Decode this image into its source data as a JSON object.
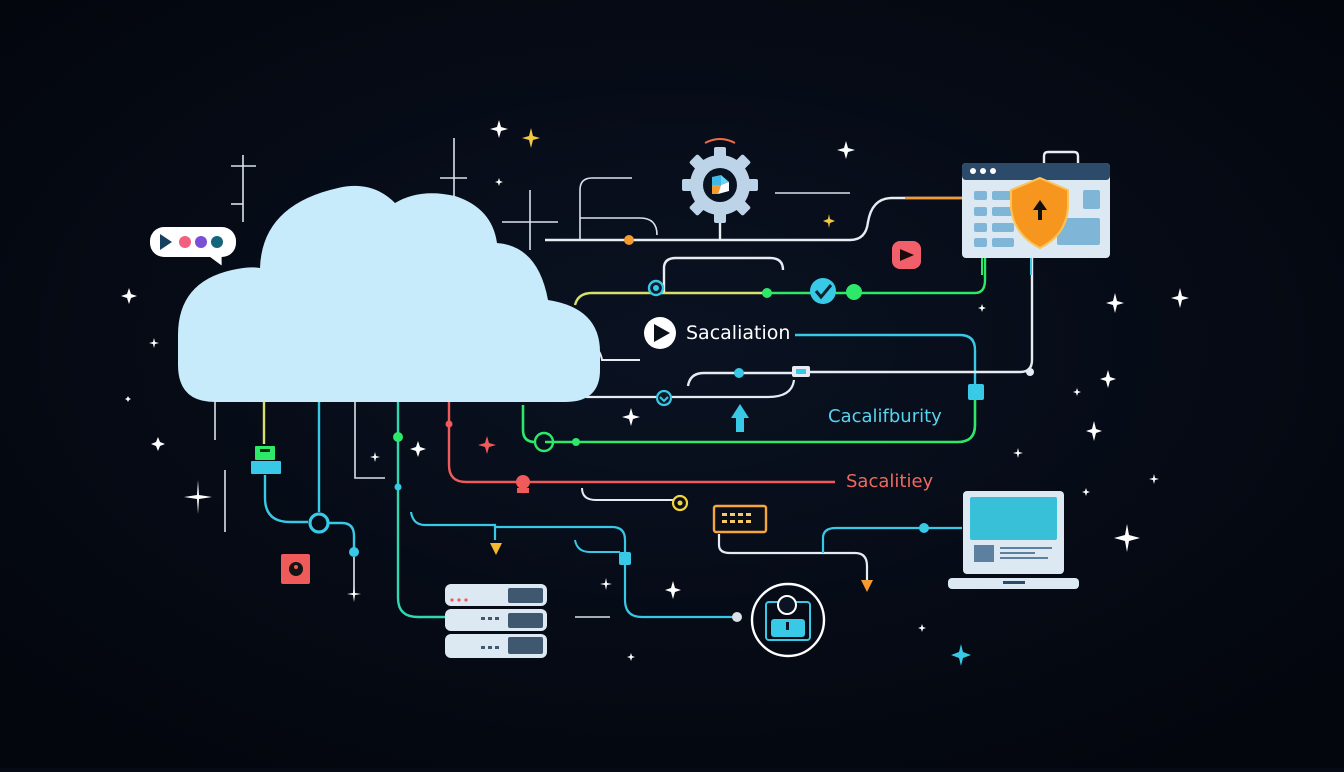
{
  "scene": {
    "title": "Cloud network connectivity illustration",
    "background": "#050a14"
  },
  "labels": {
    "sacaliation": "Sacaliation",
    "cacalifburity": "Cacalifburity",
    "sacalitiey": "Sacalitiey"
  },
  "colors": {
    "cloud": "#c8ebfb",
    "white_line": "#e6ecf2",
    "cyan": "#38c9e6",
    "green": "#2ee86a",
    "yellow_green": "#d6e06a",
    "red": "#ef5b5b",
    "orange": "#f59a2f",
    "yellow": "#f5c842",
    "shield": "#f7961f",
    "browser_header": "#2c4a6a",
    "browser_body": "#dce8f2",
    "panel_blue": "#7fb6d8"
  },
  "chat_bubble": {
    "icons": [
      "play-icon",
      "pink-dot",
      "purple-dot",
      "teal-dot"
    ],
    "dot_colors": [
      "#f1607d",
      "#7a4fd6",
      "#13667a"
    ]
  },
  "nodes": [
    {
      "name": "cloud",
      "kind": "cloud"
    },
    {
      "name": "gear-service",
      "kind": "gear"
    },
    {
      "name": "secure-browser",
      "kind": "browser-with-shield"
    },
    {
      "name": "video-badge",
      "kind": "play-badge"
    },
    {
      "name": "server-stack",
      "kind": "database"
    },
    {
      "name": "user-profile",
      "kind": "user-avatar"
    },
    {
      "name": "laptop",
      "kind": "laptop"
    },
    {
      "name": "keyboard-device",
      "kind": "keyboard"
    },
    {
      "name": "camera-device",
      "kind": "camera"
    },
    {
      "name": "router-device",
      "kind": "router"
    }
  ]
}
